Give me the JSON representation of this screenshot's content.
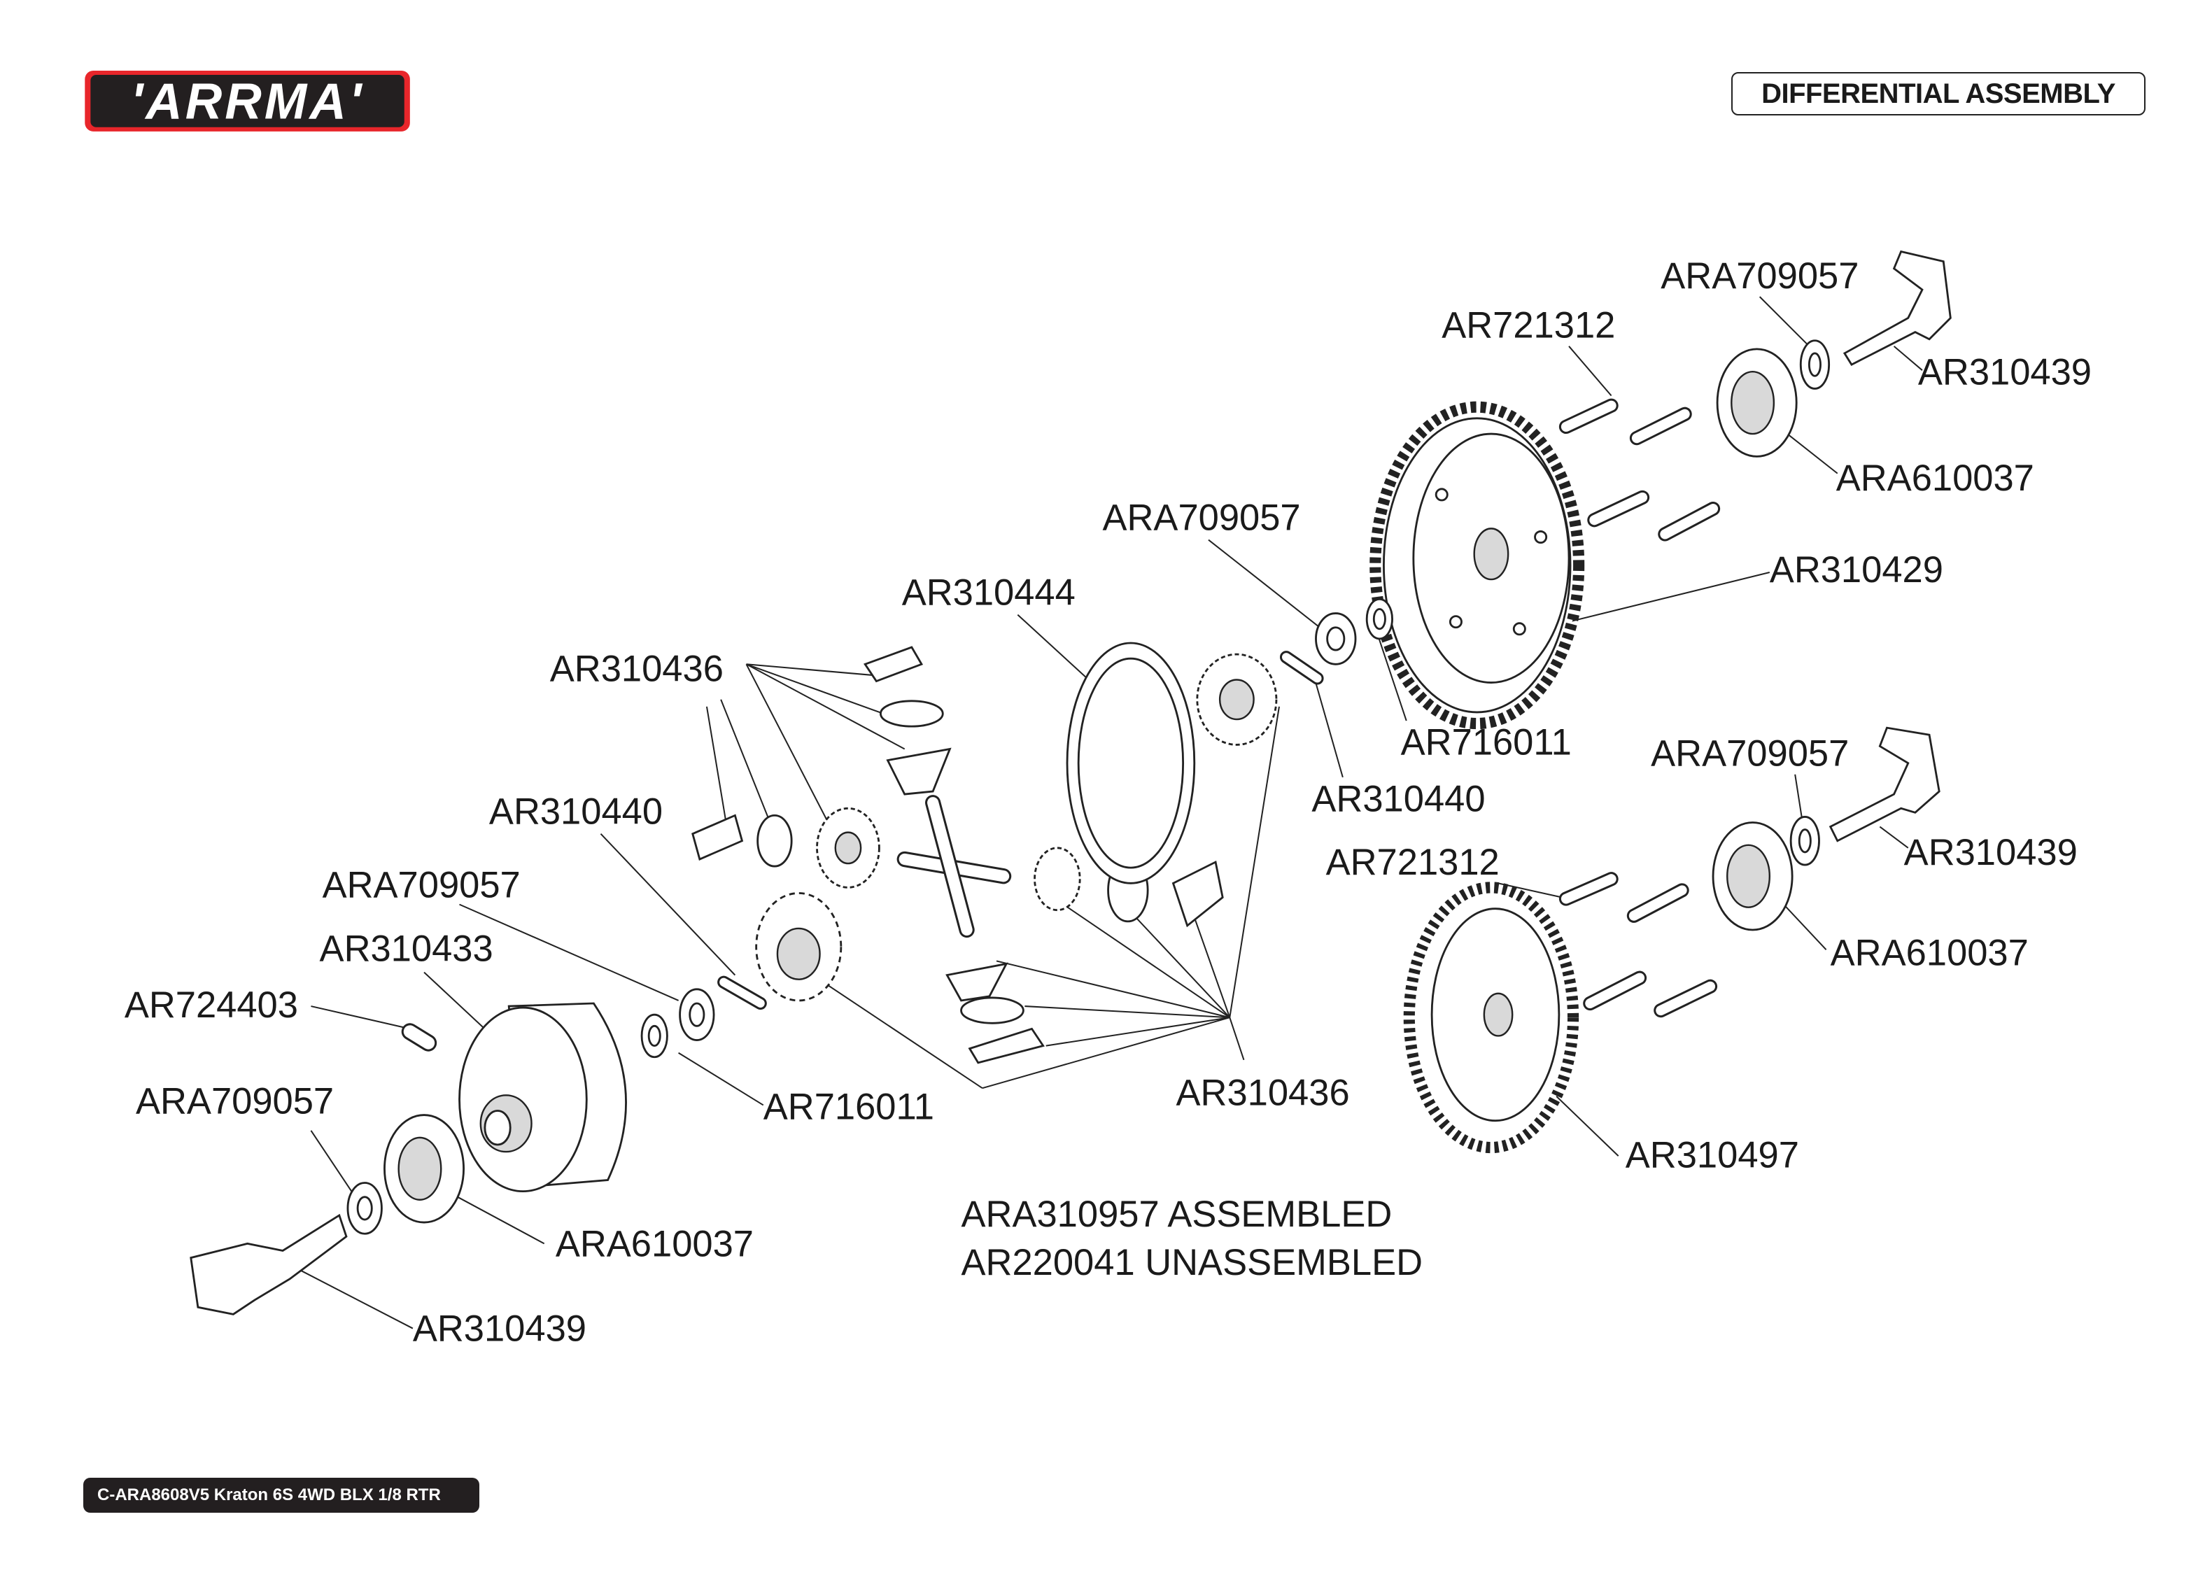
{
  "header": {
    "logo_text": "ARRMA",
    "section_title": "DIFFERENTIAL ASSEMBLY",
    "brand_colors": {
      "red": "#e8262b",
      "black": "#231f20"
    }
  },
  "callouts": [
    "ARA709057",
    "AR721312",
    "AR310439",
    "ARA610037",
    "ARA709057",
    "AR310429",
    "AR310444",
    "AR310436",
    "AR716011",
    "ARA709057",
    "AR310440",
    "AR310440",
    "AR310439",
    "AR721312",
    "ARA709057",
    "AR310433",
    "ARA610037",
    "AR724403",
    "ARA709057",
    "AR716011",
    "AR310436",
    "AR310497",
    "ARA610037",
    "AR310439"
  ],
  "assembly_note": {
    "assembled": "ARA310957 ASSEMBLED",
    "unassembled": "AR220041 UNASSEMBLED"
  },
  "footer": {
    "model": "C-ARA8608V5 Kraton 6S 4WD BLX 1/8 RTR"
  }
}
